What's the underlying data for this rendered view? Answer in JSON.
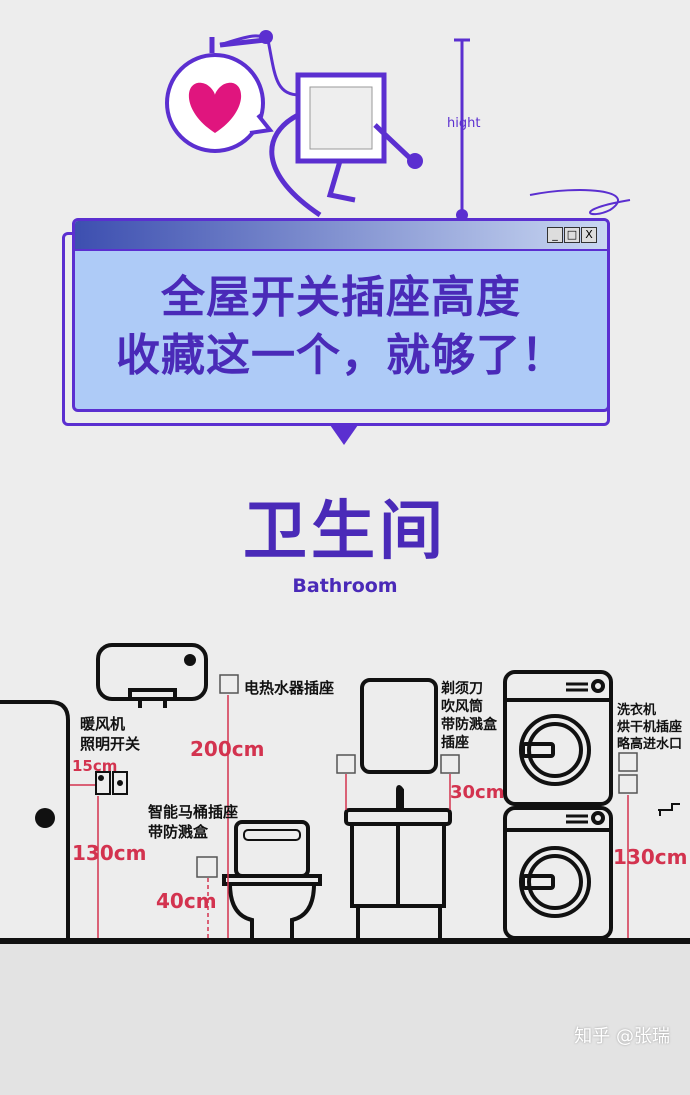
{
  "header": {
    "height_label": "hight",
    "window_buttons": [
      "_",
      "□",
      "X"
    ],
    "headline_line1": "全屋开关插座高度",
    "headline_line2": "收藏这一个，就够了！"
  },
  "section": {
    "title_cn": "卫生间",
    "title_en": "Bathroom"
  },
  "labels": {
    "heater_switch": [
      "暖风机",
      "照明开关"
    ],
    "water_heater_socket": "电热水器插座",
    "toilet_socket": [
      "智能马桶插座",
      "带防溅盒"
    ],
    "shaver_socket": [
      "剃须刀",
      "吹风筒",
      "带防溅盒",
      "插座"
    ],
    "washer_socket": [
      "洗衣机",
      "烘干机插座",
      "略高进水口"
    ]
  },
  "measurements": {
    "switch_offset": "15cm",
    "switch_height": "130cm",
    "water_heater": "200cm",
    "toilet": "40cm",
    "basin": "30cm",
    "washer": "130cm"
  },
  "colors": {
    "purple": "#5b2fd0",
    "red": "#d3334f",
    "window": "#aecbf7"
  },
  "watermark": "知乎 @张瑞"
}
